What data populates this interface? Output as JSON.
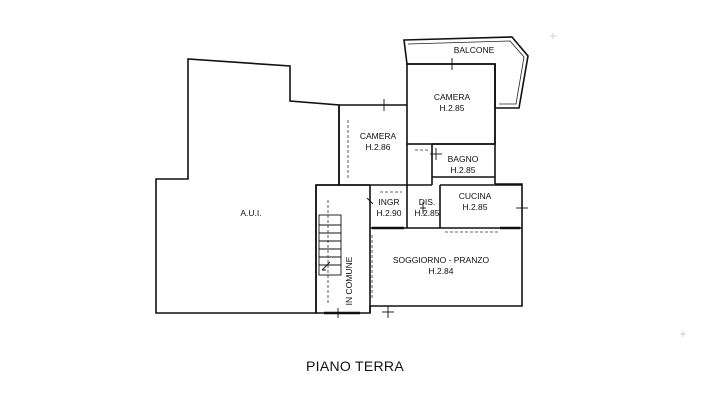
{
  "rooms": {
    "balcone": "BALCONE",
    "camera_top_name": "CAMERA",
    "camera_top_height": "H.2.85",
    "camera_left_name": "CAMERA",
    "camera_left_height": "H.2.86",
    "bagno_name": "BAGNO",
    "bagno_height": "H.2.85",
    "aui": "A.U.I.",
    "ingr_name": "INGR",
    "ingr_height": "H.2.90",
    "dis_name": "DIS.",
    "dis_height": "H.2.85",
    "cucina_name": "CUCINA",
    "cucina_height": "H.2.85",
    "soggiorno_name": "SOGGIORNO - PRANZO",
    "soggiorno_height": "H.2.84",
    "in_comune": "IN COMUNE"
  },
  "caption": "PIANO TERRA"
}
